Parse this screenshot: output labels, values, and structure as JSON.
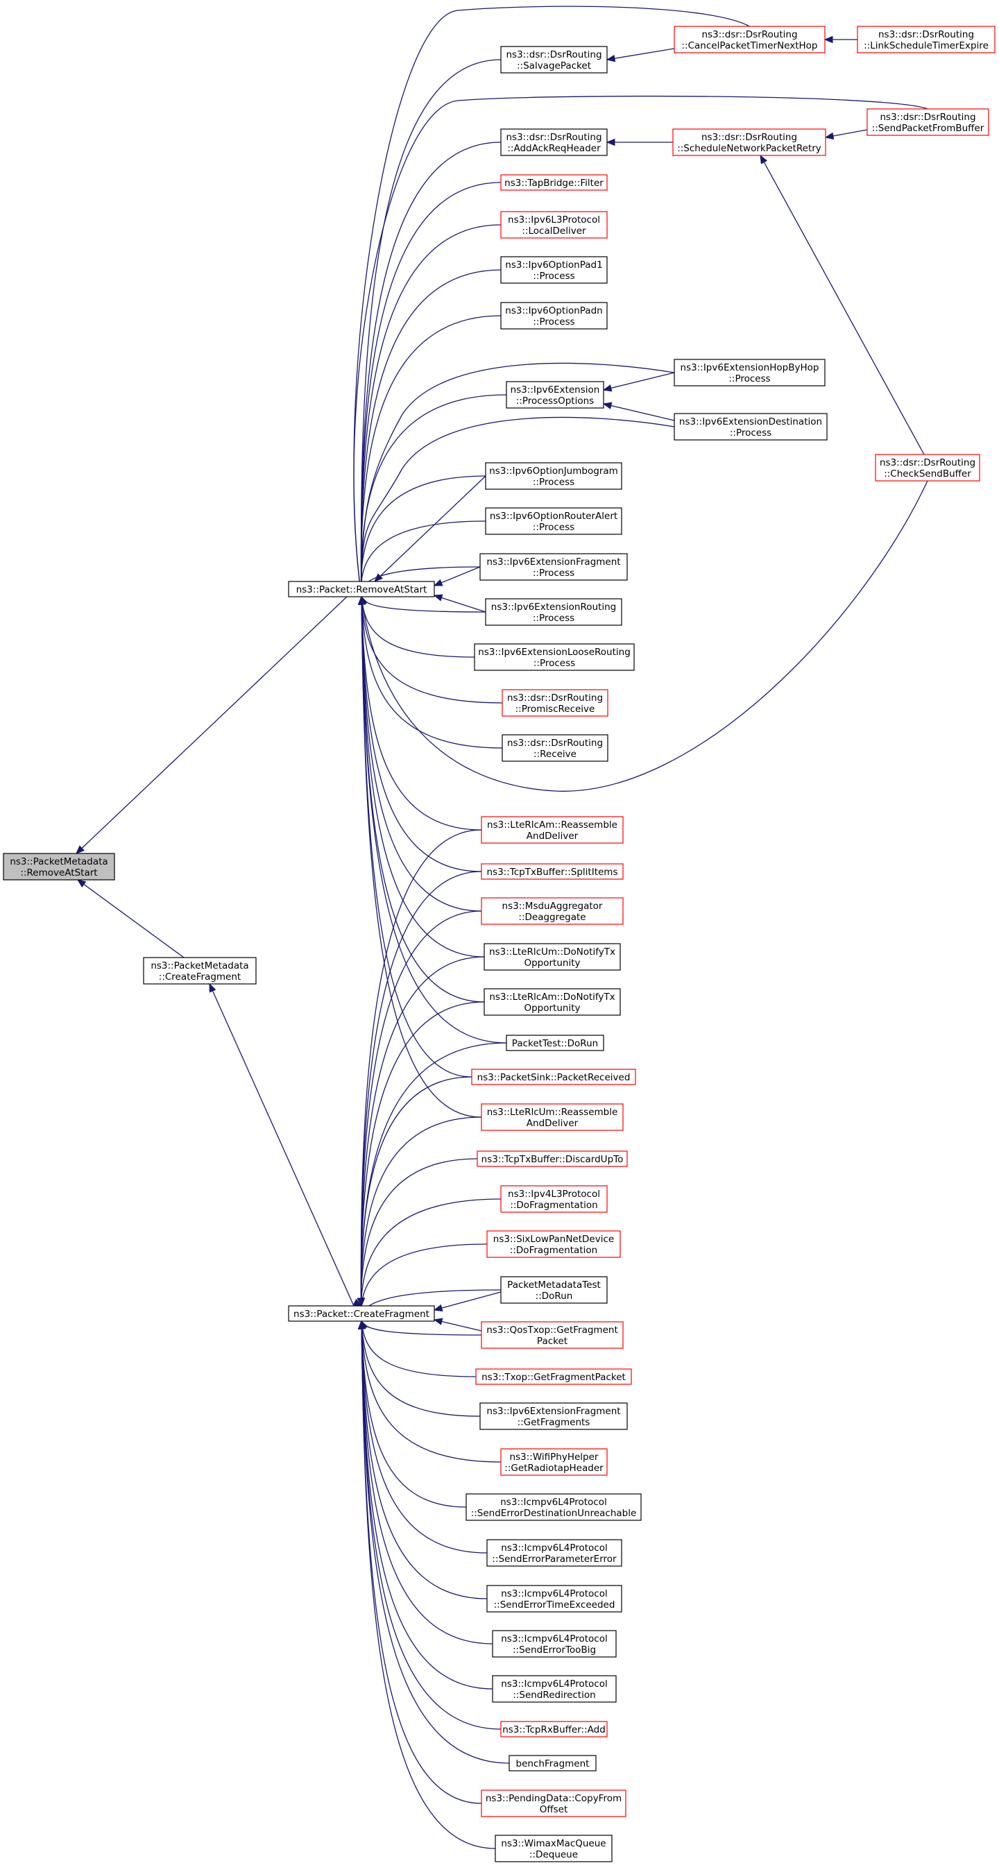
{
  "colors": {
    "edge": "#191970",
    "node_border": "#000000",
    "node_border_red": "#ff0000",
    "root_fill": "#bfbfbf",
    "background": "#ffffff"
  },
  "nodes": [
    {
      "id": "root",
      "lines": [
        "ns3::PacketMetadata",
        "::RemoveAtStart"
      ],
      "style": "root"
    },
    {
      "id": "pm_createfragment",
      "lines": [
        "ns3::PacketMetadata",
        "::CreateFragment"
      ],
      "style": "black"
    },
    {
      "id": "pkt_removeatstart",
      "lines": [
        "ns3::Packet::RemoveAtStart"
      ],
      "style": "black"
    },
    {
      "id": "pkt_createfragment",
      "lines": [
        "ns3::Packet::CreateFragment"
      ],
      "style": "black"
    },
    {
      "id": "salvage",
      "lines": [
        "ns3::dsr::DsrRouting",
        "::SalvagePacket"
      ],
      "style": "black"
    },
    {
      "id": "addack",
      "lines": [
        "ns3::dsr::DsrRouting",
        "::AddAckReqHeader"
      ],
      "style": "black"
    },
    {
      "id": "tapfilter",
      "lines": [
        "ns3::TapBridge::Filter"
      ],
      "style": "red"
    },
    {
      "id": "ipv6l3local",
      "lines": [
        "ns3::Ipv6L3Protocol",
        "::LocalDeliver"
      ],
      "style": "red"
    },
    {
      "id": "pad1",
      "lines": [
        "ns3::Ipv6OptionPad1",
        "::Process"
      ],
      "style": "black"
    },
    {
      "id": "padn",
      "lines": [
        "ns3::Ipv6OptionPadn",
        "::Process"
      ],
      "style": "black"
    },
    {
      "id": "procopts",
      "lines": [
        "ns3::Ipv6Extension",
        "::ProcessOptions"
      ],
      "style": "black"
    },
    {
      "id": "jumbo",
      "lines": [
        "ns3::Ipv6OptionJumbogram",
        "::Process"
      ],
      "style": "black"
    },
    {
      "id": "routeralert",
      "lines": [
        "ns3::Ipv6OptionRouterAlert",
        "::Process"
      ],
      "style": "black"
    },
    {
      "id": "extfrag",
      "lines": [
        "ns3::Ipv6ExtensionFragment",
        "::Process"
      ],
      "style": "black"
    },
    {
      "id": "extrouting",
      "lines": [
        "ns3::Ipv6ExtensionRouting",
        "::Process"
      ],
      "style": "black"
    },
    {
      "id": "extloose",
      "lines": [
        "ns3::Ipv6ExtensionLooseRouting",
        "::Process"
      ],
      "style": "black"
    },
    {
      "id": "promisc",
      "lines": [
        "ns3::dsr::DsrRouting",
        "::PromiscReceive"
      ],
      "style": "red"
    },
    {
      "id": "dsrreceive",
      "lines": [
        "ns3::dsr::DsrRouting",
        "::Receive"
      ],
      "style": "black"
    },
    {
      "id": "cancelpkt",
      "lines": [
        "ns3::dsr::DsrRouting",
        "::CancelPacketTimerNextHop"
      ],
      "style": "red"
    },
    {
      "id": "linksched",
      "lines": [
        "ns3::dsr::DsrRouting",
        "::LinkScheduleTimerExpire"
      ],
      "style": "red"
    },
    {
      "id": "sendfrombuf",
      "lines": [
        "ns3::dsr::DsrRouting",
        "::SendPacketFromBuffer"
      ],
      "style": "red"
    },
    {
      "id": "schednet",
      "lines": [
        "ns3::dsr::DsrRouting",
        "::ScheduleNetworkPacketRetry"
      ],
      "style": "red"
    },
    {
      "id": "hopbyhop",
      "lines": [
        "ns3::Ipv6ExtensionHopByHop",
        "::Process"
      ],
      "style": "black"
    },
    {
      "id": "extdest",
      "lines": [
        "ns3::Ipv6ExtensionDestination",
        "::Process"
      ],
      "style": "black"
    },
    {
      "id": "checksend",
      "lines": [
        "ns3::dsr::DsrRouting",
        "::CheckSendBuffer"
      ],
      "style": "red"
    },
    {
      "id": "lterlcamreass",
      "lines": [
        "ns3::LteRlcAm::Reassemble",
        "AndDeliver"
      ],
      "style": "red"
    },
    {
      "id": "tcptxsplit",
      "lines": [
        "ns3::TcpTxBuffer::SplitItems"
      ],
      "style": "red"
    },
    {
      "id": "msdudeagg",
      "lines": [
        "ns3::MsduAggregator",
        "::Deaggregate"
      ],
      "style": "red"
    },
    {
      "id": "lterlcumnotify",
      "lines": [
        "ns3::LteRlcUm::DoNotifyTx",
        "Opportunity"
      ],
      "style": "black"
    },
    {
      "id": "lterlcamnotify",
      "lines": [
        "ns3::LteRlcAm::DoNotifyTx",
        "Opportunity"
      ],
      "style": "black"
    },
    {
      "id": "packettest",
      "lines": [
        "PacketTest::DoRun"
      ],
      "style": "black"
    },
    {
      "id": "packetsink",
      "lines": [
        "ns3::PacketSink::PacketReceived"
      ],
      "style": "red"
    },
    {
      "id": "lterlcumreass",
      "lines": [
        "ns3::LteRlcUm::Reassemble",
        "AndDeliver"
      ],
      "style": "red"
    },
    {
      "id": "tcptxdiscard",
      "lines": [
        "ns3::TcpTxBuffer::DiscardUpTo"
      ],
      "style": "red"
    },
    {
      "id": "ipv4frag",
      "lines": [
        "ns3::Ipv4L3Protocol",
        "::DoFragmentation"
      ],
      "style": "red"
    },
    {
      "id": "sixlowpan",
      "lines": [
        "ns3::SixLowPanNetDevice",
        "::DoFragmentation"
      ],
      "style": "red"
    },
    {
      "id": "pmtest",
      "lines": [
        "PacketMetadataTest",
        "::DoRun"
      ],
      "style": "black"
    },
    {
      "id": "qostxop",
      "lines": [
        "ns3::QosTxop::GetFragment",
        "Packet"
      ],
      "style": "red"
    },
    {
      "id": "txop",
      "lines": [
        "ns3::Txop::GetFragmentPacket"
      ],
      "style": "red"
    },
    {
      "id": "extfraggetfrag",
      "lines": [
        "ns3::Ipv6ExtensionFragment",
        "::GetFragments"
      ],
      "style": "black"
    },
    {
      "id": "wifiphy",
      "lines": [
        "ns3::WifiPhyHelper",
        "::GetRadiotapHeader"
      ],
      "style": "red"
    },
    {
      "id": "icmpdest",
      "lines": [
        "ns3::Icmpv6L4Protocol",
        "::SendErrorDestinationUnreachable"
      ],
      "style": "black"
    },
    {
      "id": "icmpparam",
      "lines": [
        "ns3::Icmpv6L4Protocol",
        "::SendErrorParameterError"
      ],
      "style": "black"
    },
    {
      "id": "icmptime",
      "lines": [
        "ns3::Icmpv6L4Protocol",
        "::SendErrorTimeExceeded"
      ],
      "style": "black"
    },
    {
      "id": "icmptoobig",
      "lines": [
        "ns3::Icmpv6L4Protocol",
        "::SendErrorTooBig"
      ],
      "style": "black"
    },
    {
      "id": "icmpredir",
      "lines": [
        "ns3::Icmpv6L4Protocol",
        "::SendRedirection"
      ],
      "style": "black"
    },
    {
      "id": "tcprxadd",
      "lines": [
        "ns3::TcpRxBuffer::Add"
      ],
      "style": "red"
    },
    {
      "id": "benchfrag",
      "lines": [
        "benchFragment"
      ],
      "style": "black"
    },
    {
      "id": "pendingdata",
      "lines": [
        "ns3::PendingData::CopyFrom",
        "Offset"
      ],
      "style": "red"
    },
    {
      "id": "wimaxdequeue",
      "lines": [
        "ns3::WimaxMacQueue",
        "::Dequeue"
      ],
      "style": "black"
    }
  ]
}
